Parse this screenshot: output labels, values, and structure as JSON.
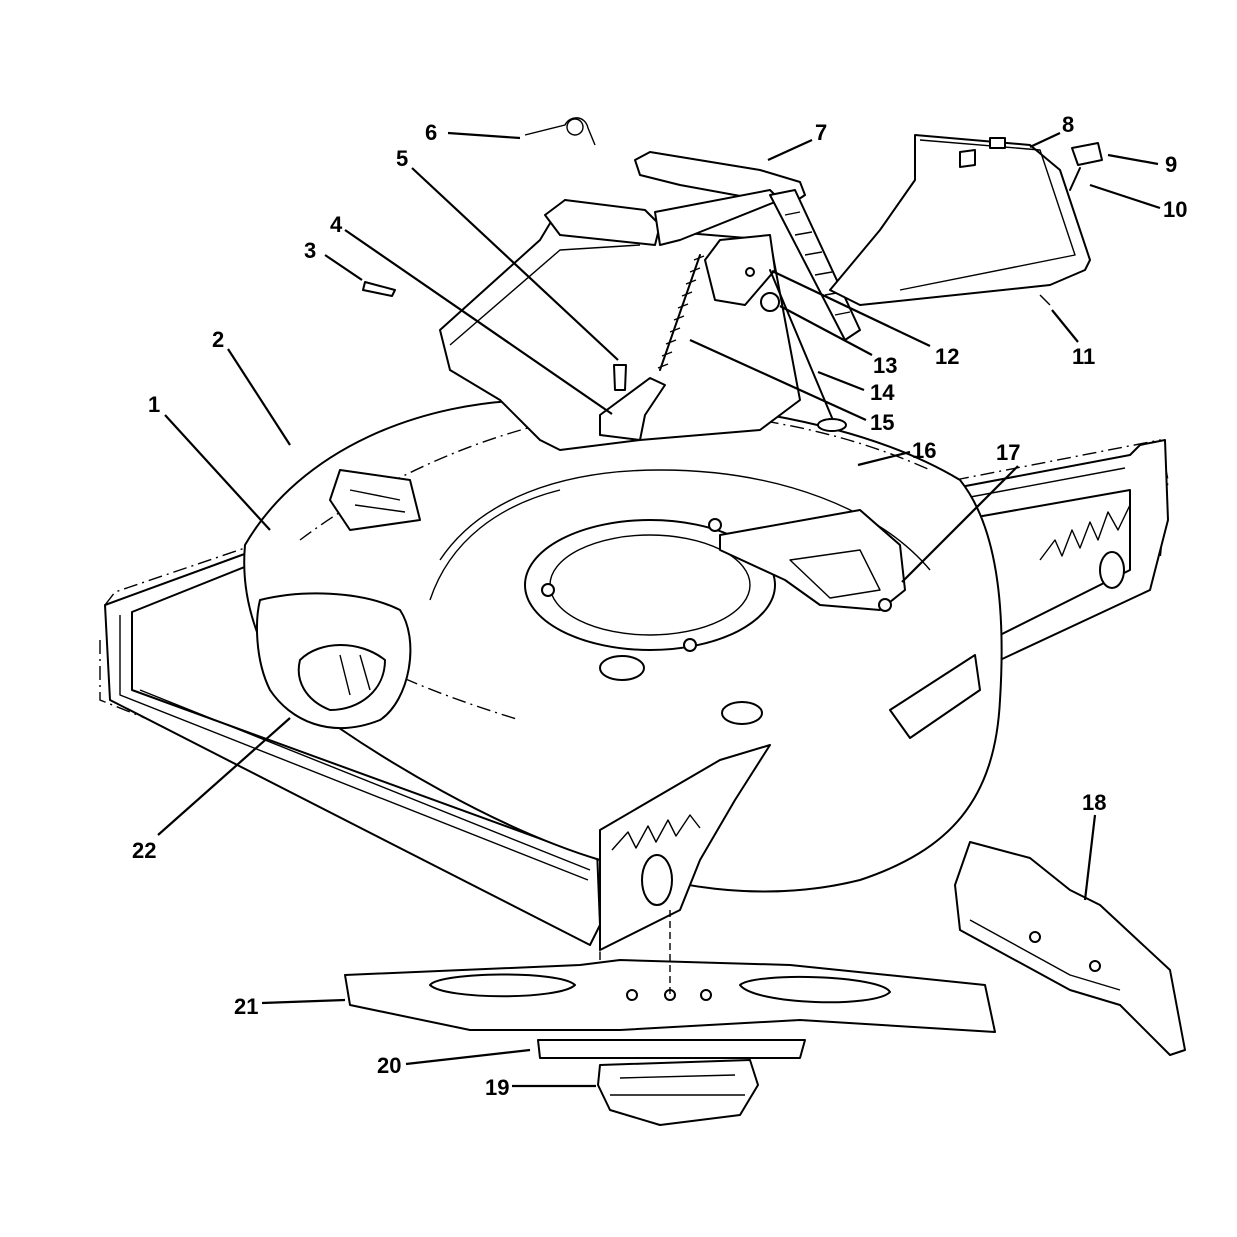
{
  "parts": [
    {
      "id": "callout-1",
      "label": "1"
    },
    {
      "id": "callout-2",
      "label": "2"
    },
    {
      "id": "callout-3",
      "label": "3"
    },
    {
      "id": "callout-4",
      "label": "4"
    },
    {
      "id": "callout-5",
      "label": "5"
    },
    {
      "id": "callout-6",
      "label": "6"
    },
    {
      "id": "callout-7",
      "label": "7"
    },
    {
      "id": "callout-8",
      "label": "8"
    },
    {
      "id": "callout-9",
      "label": "9"
    },
    {
      "id": "callout-10",
      "label": "10"
    },
    {
      "id": "callout-11",
      "label": "11"
    },
    {
      "id": "callout-12",
      "label": "12"
    },
    {
      "id": "callout-13",
      "label": "13"
    },
    {
      "id": "callout-14",
      "label": "14"
    },
    {
      "id": "callout-15",
      "label": "15"
    },
    {
      "id": "callout-16",
      "label": "16"
    },
    {
      "id": "callout-17",
      "label": "17"
    },
    {
      "id": "callout-18",
      "label": "18"
    },
    {
      "id": "callout-19",
      "label": "19"
    },
    {
      "id": "callout-20",
      "label": "20"
    },
    {
      "id": "callout-21",
      "label": "21"
    },
    {
      "id": "callout-22",
      "label": "22"
    }
  ]
}
